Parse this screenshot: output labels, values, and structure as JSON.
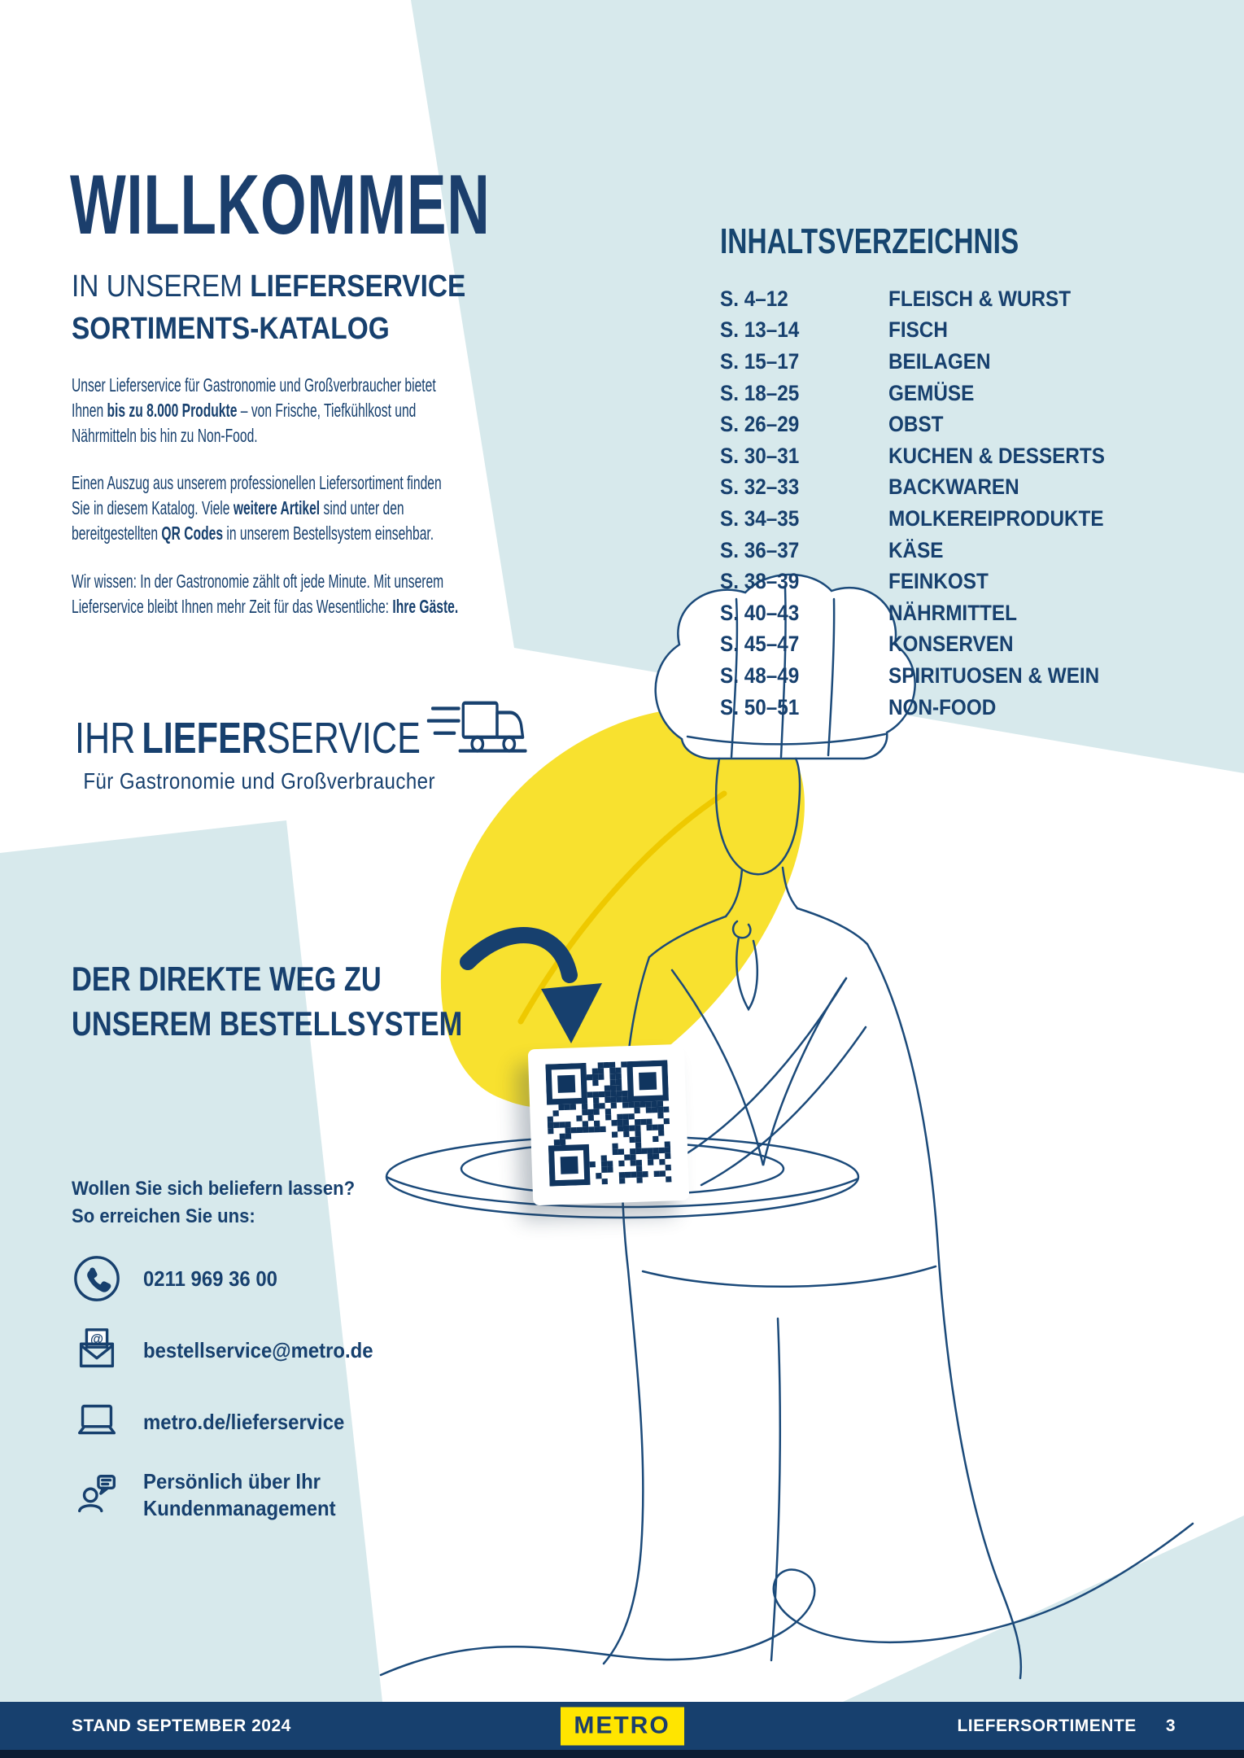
{
  "colors": {
    "navy": "#17406e",
    "light_blue": "#d7e9ec",
    "metro_yellow": "#ffe500",
    "lemon_yellow": "#f8e12f"
  },
  "hero": {
    "title": "WILLKOMMEN",
    "subtitle_regular": "IN UNSEREM ",
    "subtitle_bold": "LIEFERSERVICE",
    "subtitle_line2": "SORTIMENTS-KATALOG",
    "p1": {
      "a": "Unser Lieferservice für Gastronomie und Großverbraucher bietet Ihnen ",
      "b": "bis zu 8.000 Produkte",
      "c": " – von Frische, Tiefkühlkost und Nährmitteln bis hin zu Non-Food."
    },
    "p2": {
      "a": "Einen Auszug aus unserem professionellen Liefersortiment finden Sie in diesem Katalog. Viele ",
      "b": "weitere Artikel",
      "c": " sind unter den bereitgestellten ",
      "d": "QR Codes",
      "e": " in unserem Bestellsystem einsehbar."
    },
    "p3": {
      "a": "Wir wissen: In der Gastronomie zählt oft jede Minute. Mit unserem Lieferservice bleibt Ihnen mehr Zeit für das Wesentliche: ",
      "b": "Ihre Gäste."
    }
  },
  "lieferservice_logo": {
    "ihr": "IHR",
    "liefer": "LIEFER",
    "service": "SERVICE",
    "tagline": "Für Gastronomie und Großverbraucher"
  },
  "toc": {
    "heading": "INHALTSVERZEICHNIS",
    "items": [
      {
        "pages": "S. 4–12",
        "label": "FLEISCH & WURST"
      },
      {
        "pages": "S. 13–14",
        "label": "FISCH"
      },
      {
        "pages": "S. 15–17",
        "label": "BEILAGEN"
      },
      {
        "pages": "S. 18–25",
        "label": "GEMÜSE"
      },
      {
        "pages": "S. 26–29",
        "label": "OBST"
      },
      {
        "pages": "S. 30–31",
        "label": "KUCHEN & DESSERTS"
      },
      {
        "pages": "S. 32–33",
        "label": "BACKWAREN"
      },
      {
        "pages": "S. 34–35",
        "label": "MOLKEREIPRODUKTE"
      },
      {
        "pages": "S. 36–37",
        "label": "KÄSE"
      },
      {
        "pages": "S. 38–39",
        "label": "FEINKOST"
      },
      {
        "pages": "S. 40–43",
        "label": "NÄHRMITTEL"
      },
      {
        "pages": "S. 45–47",
        "label": "KONSERVEN"
      },
      {
        "pages": "S. 48–49",
        "label": "SPIRITUOSEN & WEIN"
      },
      {
        "pages": "S. 50–51",
        "label": "NON-FOOD"
      }
    ]
  },
  "bestellsystem": {
    "line1": "DER DIREKTE WEG ZU",
    "line2": "UNSEREM BESTELLSYSTEM"
  },
  "contact": {
    "intro1": "Wollen Sie sich beliefern lassen?",
    "intro2": "So erreichen Sie uns:",
    "items": [
      {
        "icon": "phone-icon",
        "line1": "0211 969 36 00",
        "line2": ""
      },
      {
        "icon": "email-icon",
        "line1": "bestellservice@metro.de",
        "line2": ""
      },
      {
        "icon": "laptop-icon",
        "line1": "metro.de/lieferservice",
        "line2": ""
      },
      {
        "icon": "chat-person-icon",
        "line1": "Persönlich über Ihr",
        "line2": "Kundenmanagement"
      }
    ]
  },
  "footer": {
    "left": "STAND SEPTEMBER 2024",
    "logo": "METRO",
    "right": "LIEFERSORTIMENTE",
    "page": "3"
  }
}
